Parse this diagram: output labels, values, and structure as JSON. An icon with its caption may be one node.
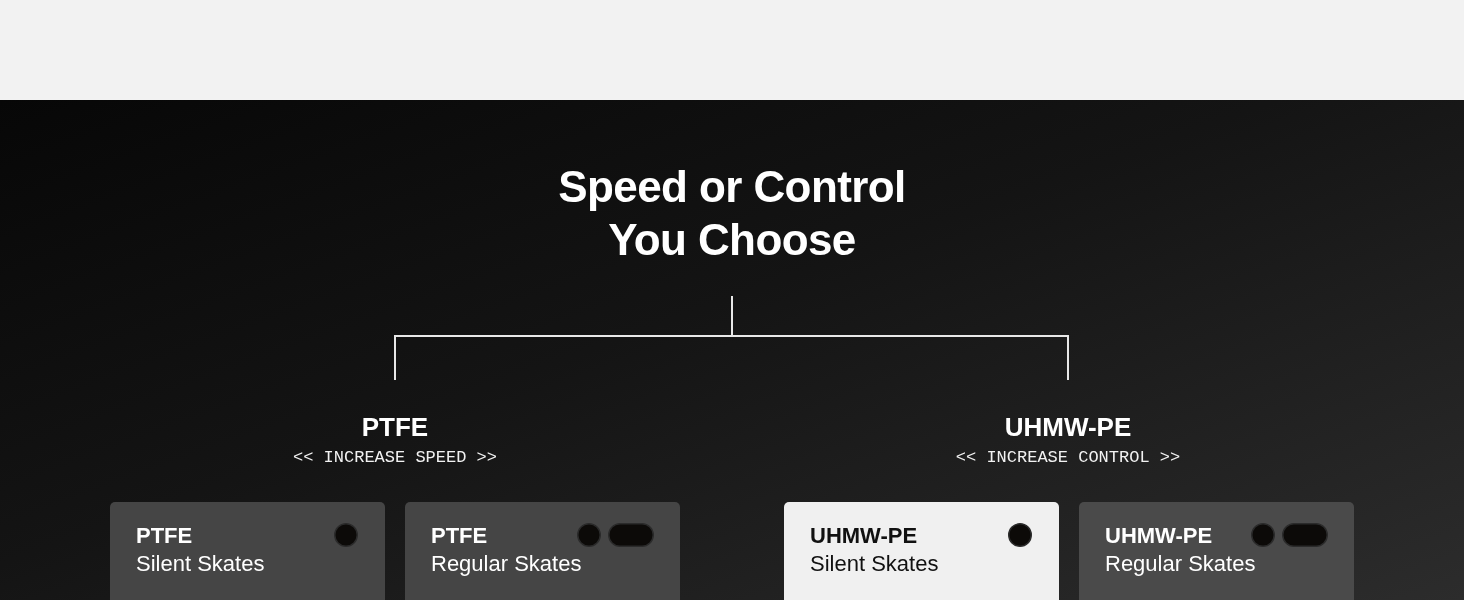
{
  "diagram": {
    "nodes": [
      {
        "text": [
          "Speed or Control You Choose"
        ]
      },
      {
        "text": [
          "PTFE",
          "<< INCREASE SPEED >>"
        ]
      },
      {
        "text": [
          "UHMW-PE",
          "<< INCREASE CONTROL >>"
        ]
      },
      {
        "text": [
          "PTFE",
          "Silent Skates"
        ]
      },
      {
        "text": [
          "PTFE",
          "Regular Skates"
        ]
      },
      {
        "text": [
          "UHMW-PE",
          "Silent Skates"
        ]
      },
      {
        "text": [
          "UHMW-PE",
          "Regular Skates"
        ]
      }
    ],
    "edges": [
      {
        "from": 0,
        "to": 1,
        "arrow": "none"
      },
      {
        "from": 0,
        "to": 2,
        "arrow": "none"
      }
    ]
  }
}
